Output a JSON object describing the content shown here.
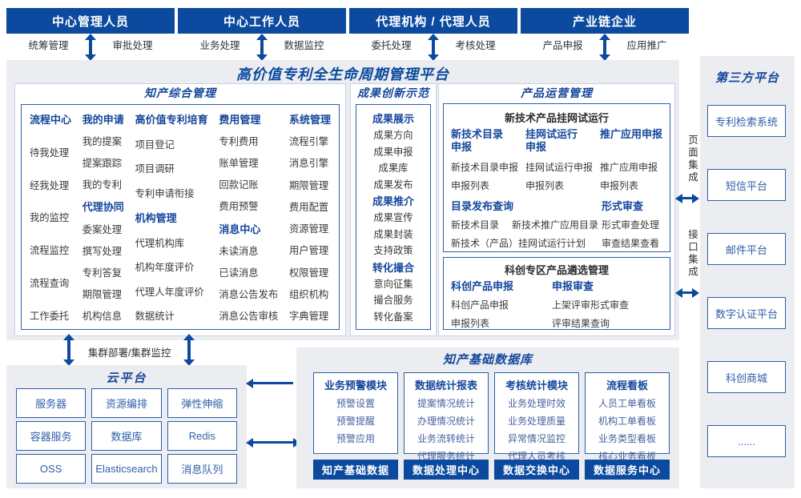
{
  "colors": {
    "primary_blue": "#0b4a9e",
    "section_header_blue": "#15479c",
    "box_border_blue": "#2e5fa8",
    "panel_gray": "#ecedf1",
    "item_text_gray": "#3a3a3a",
    "db_item_blue": "#47639f"
  },
  "actors": [
    {
      "title": "中心管理人员",
      "left": "统筹管理",
      "right": "审批处理"
    },
    {
      "title": "中心工作人员",
      "left": "业务处理",
      "right": "数据监控"
    },
    {
      "title": "代理机构 / 代理人员",
      "left": "委托处理",
      "right": "考核处理"
    },
    {
      "title": "产业链企业",
      "left": "产品申报",
      "right": "应用推广"
    }
  ],
  "platform": {
    "title": "高价值专利全生命周期管理平台"
  },
  "ip_mgmt": {
    "title": "知产综合管理",
    "columns": [
      {
        "entries": [
          {
            "c": "hdr",
            "t": "流程中心"
          },
          {
            "c": "itm",
            "t": "待我处理"
          },
          {
            "c": "itm",
            "t": "经我处理"
          },
          {
            "c": "itm",
            "t": "我的监控"
          },
          {
            "c": "itm",
            "t": "流程监控"
          },
          {
            "c": "itm",
            "t": "流程查询"
          },
          {
            "c": "itm",
            "t": "工作委托"
          }
        ]
      },
      {
        "entries": [
          {
            "c": "hdr",
            "t": "我的申请"
          },
          {
            "c": "itm",
            "t": "我的提案"
          },
          {
            "c": "itm",
            "t": "提案跟踪"
          },
          {
            "c": "itm",
            "t": "我的专利"
          },
          {
            "c": "hdr",
            "t": "代理协同"
          },
          {
            "c": "itm",
            "t": "委案处理"
          },
          {
            "c": "itm",
            "t": "撰写处理"
          },
          {
            "c": "itm",
            "t": "专利答复"
          },
          {
            "c": "itm",
            "t": "期限管理"
          },
          {
            "c": "itm",
            "t": "机构信息"
          }
        ]
      },
      {
        "entries": [
          {
            "c": "hdr",
            "t": "高价值专利培育"
          },
          {
            "c": "itm",
            "t": "项目登记"
          },
          {
            "c": "itm",
            "t": "项目调研"
          },
          {
            "c": "itm",
            "t": "专利申请衔接"
          },
          {
            "c": "hdr",
            "t": "机构管理"
          },
          {
            "c": "itm",
            "t": "代理机构库"
          },
          {
            "c": "itm",
            "t": "机构年度评价"
          },
          {
            "c": "itm",
            "t": "代理人年度评价"
          },
          {
            "c": "itm",
            "t": "数据统计"
          }
        ]
      },
      {
        "entries": [
          {
            "c": "hdr",
            "t": "费用管理"
          },
          {
            "c": "itm",
            "t": "专利费用"
          },
          {
            "c": "itm",
            "t": "账单管理"
          },
          {
            "c": "itm",
            "t": "回款记账"
          },
          {
            "c": "itm",
            "t": "费用预警"
          },
          {
            "c": "hdr",
            "t": "消息中心"
          },
          {
            "c": "itm",
            "t": "未读消息"
          },
          {
            "c": "itm",
            "t": "已读消息"
          },
          {
            "c": "itm",
            "t": "消息公告发布"
          },
          {
            "c": "itm",
            "t": "消息公告审核"
          }
        ]
      },
      {
        "entries": [
          {
            "c": "hdr",
            "t": "系统管理"
          },
          {
            "c": "itm",
            "t": "流程引擎"
          },
          {
            "c": "itm",
            "t": "消息引擎"
          },
          {
            "c": "itm",
            "t": "期限管理"
          },
          {
            "c": "itm",
            "t": "费用配置"
          },
          {
            "c": "itm",
            "t": "资源管理"
          },
          {
            "c": "itm",
            "t": "用户管理"
          },
          {
            "c": "itm",
            "t": "权限管理"
          },
          {
            "c": "itm",
            "t": "组织机构"
          },
          {
            "c": "itm",
            "t": "字典管理"
          }
        ]
      }
    ]
  },
  "achievement": {
    "title": "成果创新示范",
    "entries": [
      {
        "c": "hdr",
        "t": "成果展示"
      },
      {
        "c": "itm",
        "t": "成果方向"
      },
      {
        "c": "itm",
        "t": "成果申报"
      },
      {
        "c": "itm",
        "t": "成果库"
      },
      {
        "c": "itm",
        "t": "成果发布"
      },
      {
        "c": "hdr",
        "t": "成果推介"
      },
      {
        "c": "itm",
        "t": "成果宣传"
      },
      {
        "c": "itm",
        "t": "成果封装"
      },
      {
        "c": "itm",
        "t": "支持政策"
      },
      {
        "c": "hdr",
        "t": "转化撮合"
      },
      {
        "c": "itm",
        "t": "意向征集"
      },
      {
        "c": "itm",
        "t": "撮合服务"
      },
      {
        "c": "itm",
        "t": "转化备案"
      }
    ]
  },
  "product_ops": {
    "title": "产品运营管理",
    "trial": {
      "title": "新技术产品挂网试运行",
      "columns": [
        {
          "header": "新技术目录申报",
          "items": [
            "新技术目录申报",
            "申报列表"
          ]
        },
        {
          "header": "挂网试运行申报",
          "items": [
            "挂网试运行申报",
            "申报列表"
          ]
        },
        {
          "header": "推广应用申报",
          "items": [
            "推广应用申报",
            "申报列表"
          ]
        }
      ],
      "catalog": {
        "header": "目录发布查询",
        "line1a": "新技术目录",
        "line1b": "新技术推广应用目录",
        "line2": "新技术（产品）挂网试运行计划"
      },
      "review": {
        "header": "形式审查",
        "items": [
          "形式审查处理",
          "审查结果查看"
        ]
      }
    },
    "selection": {
      "title": "科创专区产品遴选管理",
      "columns": [
        {
          "header": "科创产品申报",
          "items": [
            "科创产品申报",
            "申报列表"
          ]
        },
        {
          "header": "申报审查",
          "items": [
            "上架评审形式审查",
            "评审结果查询"
          ]
        }
      ]
    }
  },
  "integration": {
    "page_label": "页面集成",
    "api_label": "接口集成"
  },
  "third_party": {
    "title": "第三方平台",
    "items": [
      "专利检索系统",
      "短信平台",
      "邮件平台",
      "数字认证平台",
      "科创商城",
      "......"
    ]
  },
  "cluster_label": "集群部署/集群监控",
  "cloud": {
    "title": "云平台",
    "items": [
      "服务器",
      "资源编排",
      "弹性伸缩",
      "容器服务",
      "数据库",
      "Redis",
      "OSS",
      "Elasticsearch",
      "消息队列"
    ]
  },
  "database": {
    "title": "知产基础数据库",
    "columns": [
      {
        "header": "业务预警模块",
        "items": [
          "预警设置",
          "预警提醒",
          "预警应用"
        ],
        "footer": "知产基础数据"
      },
      {
        "header": "数据统计报表",
        "items": [
          "提案情况统计",
          "办理情况统计",
          "业务流转统计",
          "代理服务统计"
        ],
        "footer": "数据处理中心"
      },
      {
        "header": "考核统计模块",
        "items": [
          "业务处理时效",
          "业务处理质量",
          "异常情况监控",
          "代理人员考核"
        ],
        "footer": "数据交换中心"
      },
      {
        "header": "流程看板",
        "items": [
          "人员工单看板",
          "机构工单看板",
          "业务类型看板",
          "核心业务看板"
        ],
        "footer": "数据服务中心"
      }
    ]
  }
}
